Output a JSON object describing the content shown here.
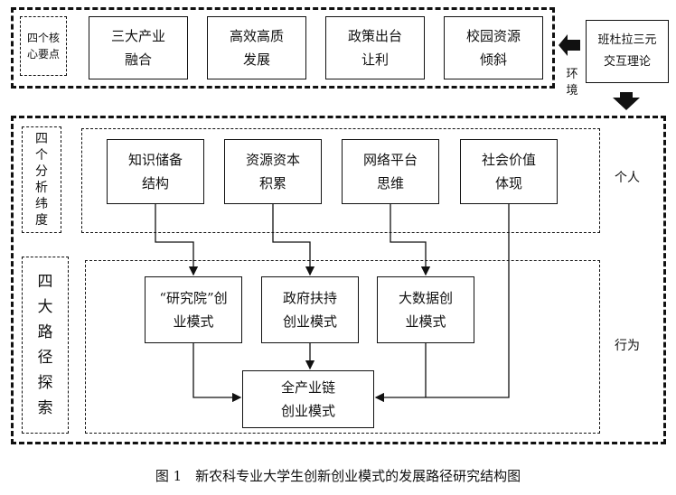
{
  "diagram": {
    "core": {
      "label": "四个核心要点",
      "items": [
        "三大产业融合",
        "高效高质发展",
        "政策出台让利",
        "校园资源倾斜"
      ]
    },
    "theory": {
      "label": "班杜拉三元交互理论"
    },
    "env_label": "环境",
    "dims": {
      "label": "四个分析纬度",
      "items": [
        "知识储备结构",
        "资源资本积累",
        "网络平台思维",
        "社会价值体现"
      ]
    },
    "individual_label": "个人",
    "paths": {
      "label": "四大路径探索",
      "items": [
        "“研究院”创业模式",
        "政府扶持创业模式",
        "大数据创业模式"
      ],
      "final": "全产业链创业模式"
    },
    "behavior_label": "行为"
  },
  "caption": "图 1　新农科专业大学生创新创业模式的发展路径研究结构图"
}
